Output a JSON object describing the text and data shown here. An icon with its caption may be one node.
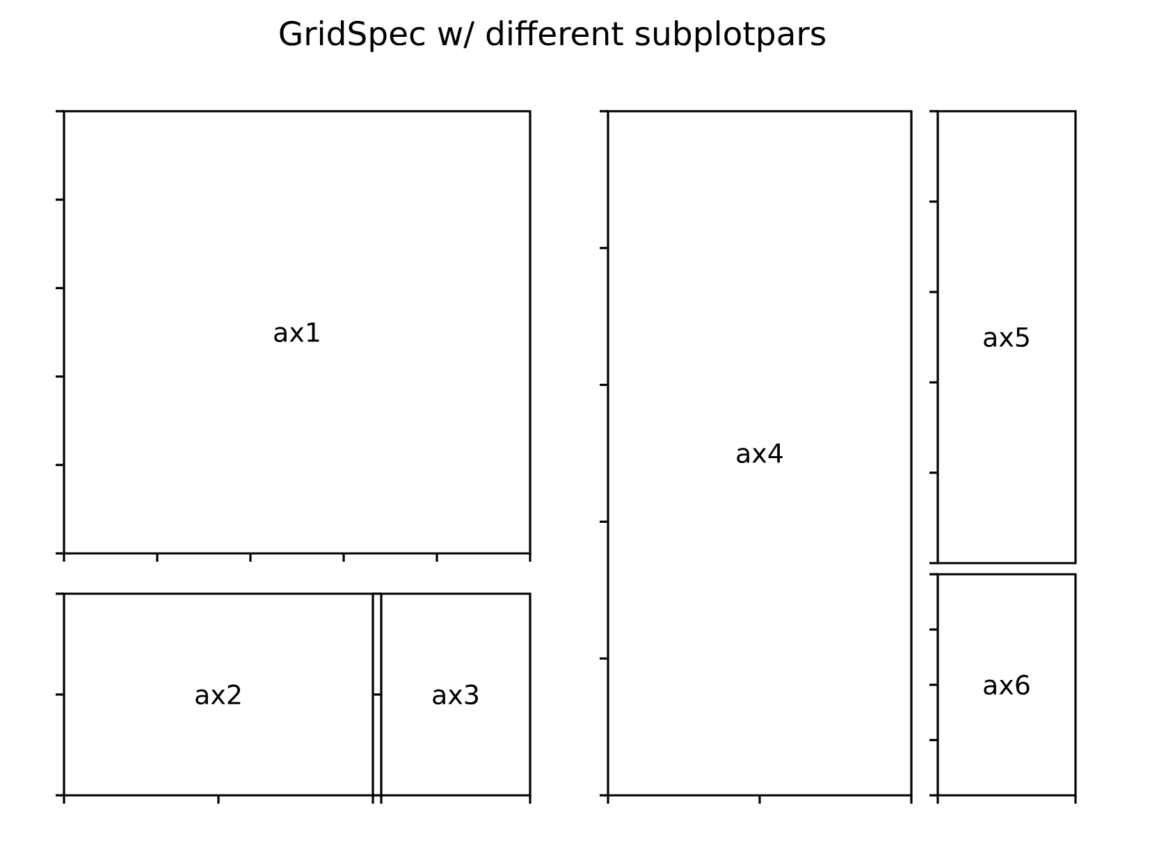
{
  "diagram": {
    "title": "GridSpec w/ different subplotpars",
    "nodes": [
      {
        "text": [
          "ax1"
        ]
      },
      {
        "text": [
          "ax2"
        ]
      },
      {
        "text": [
          "ax3"
        ]
      },
      {
        "text": [
          "ax4"
        ]
      },
      {
        "text": [
          "ax5"
        ]
      },
      {
        "text": [
          "ax6"
        ]
      }
    ]
  }
}
